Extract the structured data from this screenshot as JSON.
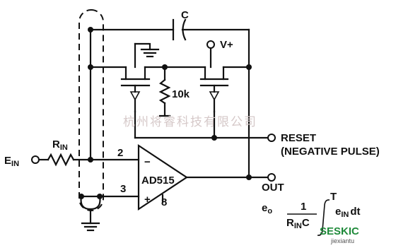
{
  "labels": {
    "capacitor": "C",
    "supply": "V+",
    "resistor_10k": "10k",
    "input": "E",
    "input_sub": "IN",
    "r_in": "R",
    "r_in_sub": "IN",
    "pin2": "2",
    "pin3": "3",
    "pin8": "8",
    "opamp": "AD515",
    "out": "OUT",
    "reset": "RESET",
    "reset_note": "(NEGATIVE PULSE)",
    "minus": "−",
    "plus": "+"
  },
  "formula": {
    "lhs": "e",
    "lhs_sub": "o",
    "numerator": "1",
    "den_r": "R",
    "den_sub": "IN",
    "den_c": "C",
    "upper_limit": "T",
    "integrand": "e",
    "integrand_sub": "IN",
    "dt": "dt"
  },
  "watermark": {
    "company": "杭州将睿科技有限公司",
    "logo": "SESKIC",
    "site": "jiexiantu"
  }
}
